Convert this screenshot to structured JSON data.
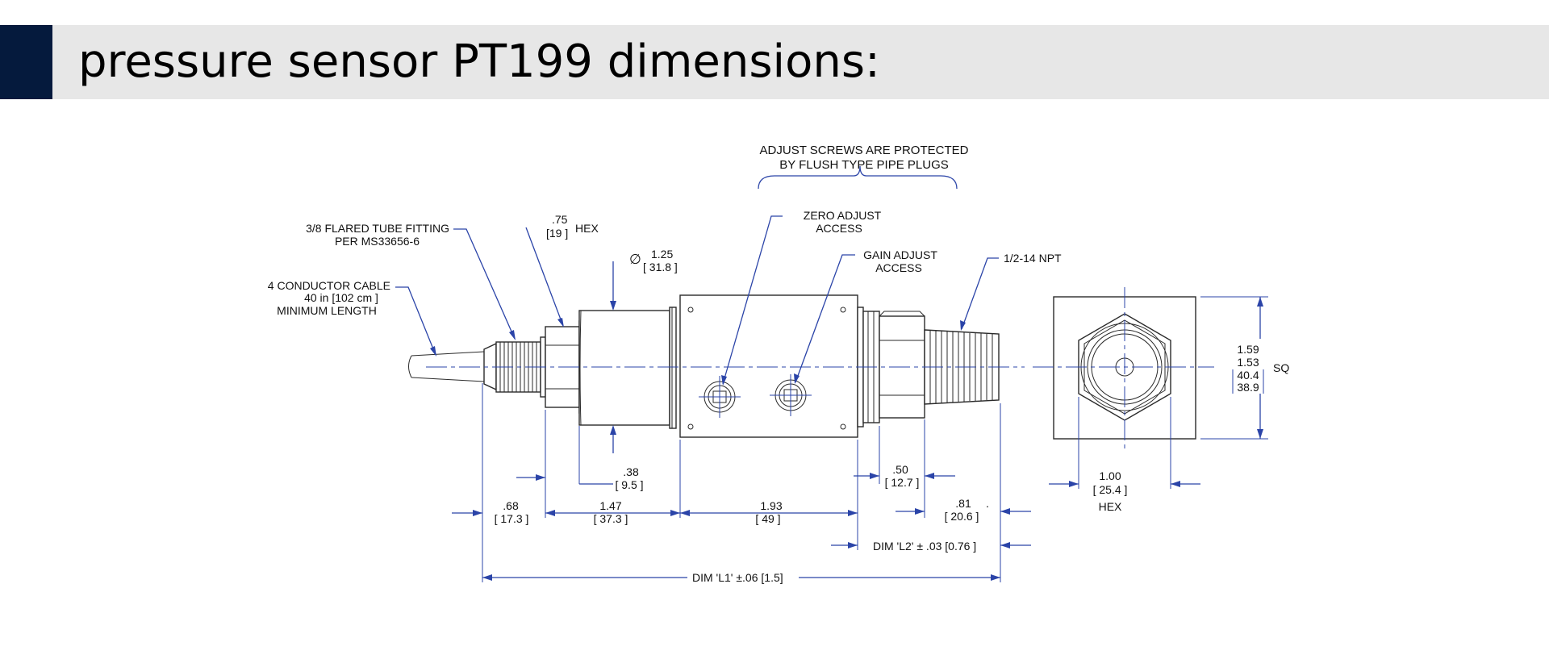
{
  "title": "pressure sensor PT199 dimensions:",
  "annotations": {
    "adjust_screws_1": "ADJUST SCREWS ARE PROTECTED",
    "adjust_screws_2": "BY FLUSH TYPE PIPE PLUGS",
    "zero_adjust_1": "ZERO ADJUST",
    "zero_adjust_2": "ACCESS",
    "gain_adjust_1": "GAIN ADJUST",
    "gain_adjust_2": "ACCESS",
    "npt": "1/2-14 NPT",
    "fitting_1": "3/8 FLARED TUBE FITTING",
    "fitting_2": "PER MS33656-6",
    "hex_in": ".75",
    "hex_mm": "[19 ]",
    "hex_label": "HEX",
    "cable_1": "4 CONDUCTOR CABLE",
    "cable_2": "40 in [102 cm ]",
    "cable_3": "MINIMUM LENGTH",
    "diameter_symbol": "∅",
    "diameter_in": "1.25",
    "diameter_mm": "[ 31.8 ]"
  },
  "dimensions": {
    "d038_in": ".38",
    "d038_mm": "[ 9.5 ]",
    "d068_in": ".68",
    "d068_mm": "[ 17.3 ]",
    "d147_in": "1.47",
    "d147_mm": "[ 37.3 ]",
    "d193_in": "1.93",
    "d193_mm": "[ 49 ]",
    "d050_in": ".50",
    "d050_mm": "[ 12.7 ]",
    "d081_in": ".81",
    "d081_mm": "[ 20.6 ]",
    "d081_dot": ".",
    "l2": "DIM 'L2'   ± .03 [0.76 ]",
    "l1": "DIM 'L1'   ±.06 [1.5]",
    "hex100_in": "1.00",
    "hex100_mm": "[ 25.4 ]",
    "hex100_label": "HEX",
    "sq_in_max": "1.59",
    "sq_in_min": "1.53",
    "sq_mm_max": "40.4",
    "sq_mm_min": "38.9",
    "sq_label": "SQ"
  },
  "colors": {
    "title_band": "#e7e7e7",
    "title_accent": "#051a3d",
    "dimension_lines": "#2b44a8",
    "part_outline": "#2a2a2a"
  }
}
